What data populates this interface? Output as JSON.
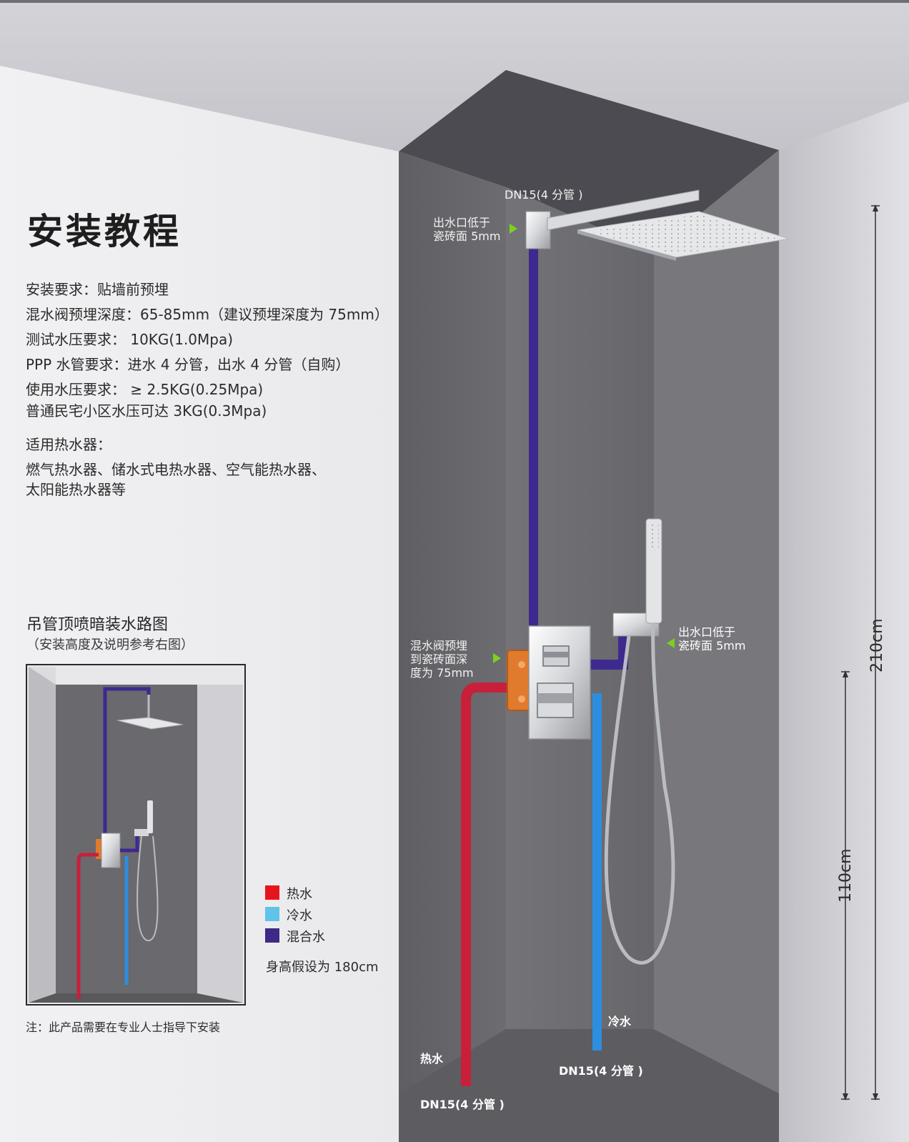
{
  "title": "安装教程",
  "requirements": [
    "安装要求：贴墙前预埋",
    "混水阀预埋深度：65-85mm（建议预埋深度为 75mm）",
    "测试水压要求： 10KG(1.0Mpa)",
    "PPP 水管要求：进水 4 分管，出水 4 分管（自购）",
    "使用水压要求： ≥ 2.5KG(0.25Mpa)",
    "普通民宅小区水压可达 3KG(0.3Mpa)"
  ],
  "heaters": {
    "heading": "适用热水器：",
    "line1": "燃气热水器、储水式电热水器、空气能热水器、",
    "line2": "太阳能热水器等"
  },
  "diagram": {
    "pipe_top": "DN15(4 分管 )",
    "outlet_top_line1": "出水口低于",
    "outlet_top_line2": "瓷砖面 5mm",
    "mixer_line1": "混水阀预埋",
    "mixer_line2": "到瓷砖面深",
    "mixer_line3": "度为 75mm",
    "outlet_right_line1": "出水口低于",
    "outlet_right_line2": "瓷砖面 5mm",
    "cold_label": "冷水",
    "hot_label": "热水",
    "pipe_cold": "DN15(4 分管 )",
    "pipe_hot": "DN15(4 分管 )",
    "dim_210": "210cm",
    "dim_110": "110cm"
  },
  "inset": {
    "title": "吊管顶喷暗装水路图",
    "subtitle": "（安装高度及说明参考右图）"
  },
  "legend": [
    {
      "label": "热水",
      "color": "#e8141c"
    },
    {
      "label": "冷水",
      "color": "#5fc3ea"
    },
    {
      "label": "混合水",
      "color": "#3c2a86"
    }
  ],
  "height_note": "身高假设为 180cm",
  "footer_note": "注：此产品需要在专业人士指导下安装",
  "colors": {
    "hot": "#c8203a",
    "cold": "#2c8ee0",
    "mixed": "#3e2a8e",
    "valve_box": "#e07a2c",
    "wall_dark": "#6a6a70",
    "ceiling_dark": "#4e4e54"
  }
}
